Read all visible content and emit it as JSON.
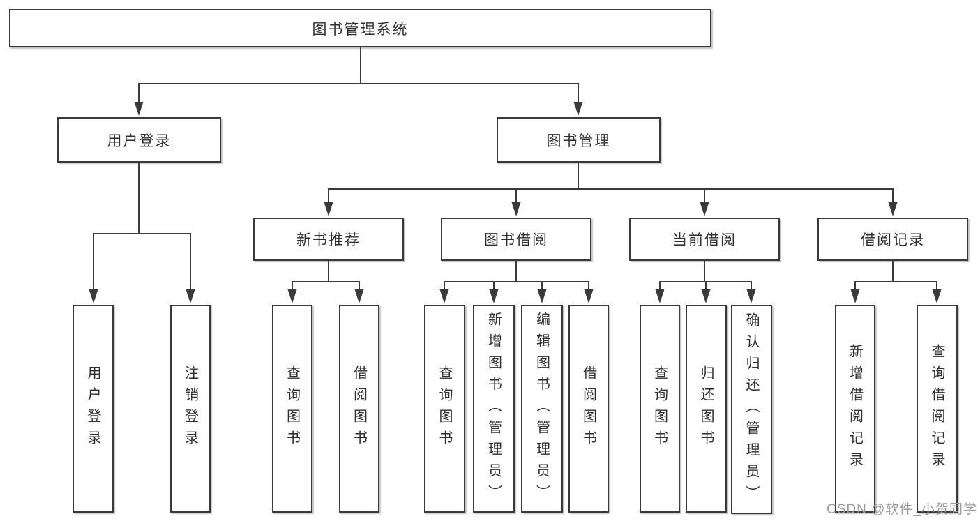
{
  "tree": {
    "label": "图书管理系统",
    "children": [
      {
        "label": "用户登录",
        "children": [
          {
            "label": "用户登录"
          },
          {
            "label": "注销登录"
          }
        ]
      },
      {
        "label": "图书管理",
        "children": [
          {
            "label": "新书推荐",
            "children": [
              {
                "label": "查询图书"
              },
              {
                "label": "借阅图书"
              }
            ]
          },
          {
            "label": "图书借阅",
            "children": [
              {
                "label": "查询图书"
              },
              {
                "label": "新增图书（管理员）"
              },
              {
                "label": "编辑图书（管理员）"
              },
              {
                "label": "借阅图书"
              }
            ]
          },
          {
            "label": "当前借阅",
            "children": [
              {
                "label": "查询图书"
              },
              {
                "label": "归还图书"
              },
              {
                "label": "确认归还（管理员）"
              }
            ]
          },
          {
            "label": "借阅记录",
            "children": [
              {
                "label": "新增借阅记录"
              },
              {
                "label": "查询借阅记录"
              }
            ]
          }
        ]
      }
    ]
  },
  "watermark": "CSDN @软件_小贺同学",
  "colors": {
    "line": "#3a3a3a",
    "text": "#2e2e2e",
    "watermark": "#9c9c9c",
    "background": "#ffffff"
  }
}
